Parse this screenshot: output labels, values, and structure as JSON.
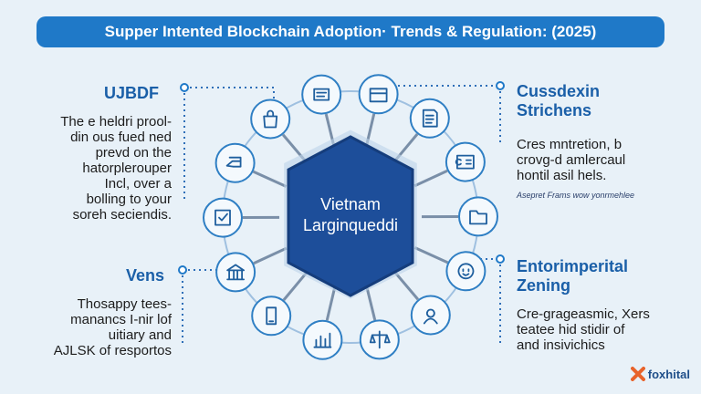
{
  "title": "Supper Intented Blockchain Adoption· Trends & Regulation: (2025)",
  "center": {
    "line1": "Vietnam",
    "line2": "Larginqueddi"
  },
  "left_top": {
    "heading": "UJBDF",
    "lines": [
      "The e heldri prool-",
      "din ous fued ned",
      "prevd on the",
      "hatorplerouper",
      "Incl, over a",
      "bolling to your",
      "soreh seciendis."
    ]
  },
  "left_bottom": {
    "heading": "Vens",
    "lines": [
      "Thosappy tees-",
      "manancs I-nir lof",
      "uitiary and",
      "AJLSK of resportos"
    ]
  },
  "right_top": {
    "heading_line1": "Cussdexin",
    "heading_line2": "Strichens",
    "lines": [
      "Cres mntretion, b",
      "crovg-d amlercaul",
      "hontil asil hels."
    ],
    "small": "Asepret Frams wow yonrmehlee"
  },
  "right_bottom": {
    "heading_line1": "Entorimperital",
    "heading_line2": "Zening",
    "lines": [
      "Cre-grageasmic, Xers",
      "teatee hid stidir of",
      "and insivichics"
    ]
  },
  "logo": {
    "text": "foxhital",
    "icon": "x-logo-icon",
    "color": "#e8632b"
  },
  "ring_icons": [
    "dollar-hand-icon",
    "document-icon",
    "certificate-icon",
    "folder-icon",
    "id-card-icon",
    "face-icon",
    "person-icon",
    "scale-icon",
    "chart-icon",
    "phone-icon",
    "bank-icon",
    "checkbox-icon",
    "hand-card-icon",
    "shopping-bag-icon"
  ],
  "colors": {
    "accent": "#1f79c8",
    "hexagon": "#1d4e9a",
    "heading": "#1a5fa8",
    "background": "#e8f1f8"
  }
}
